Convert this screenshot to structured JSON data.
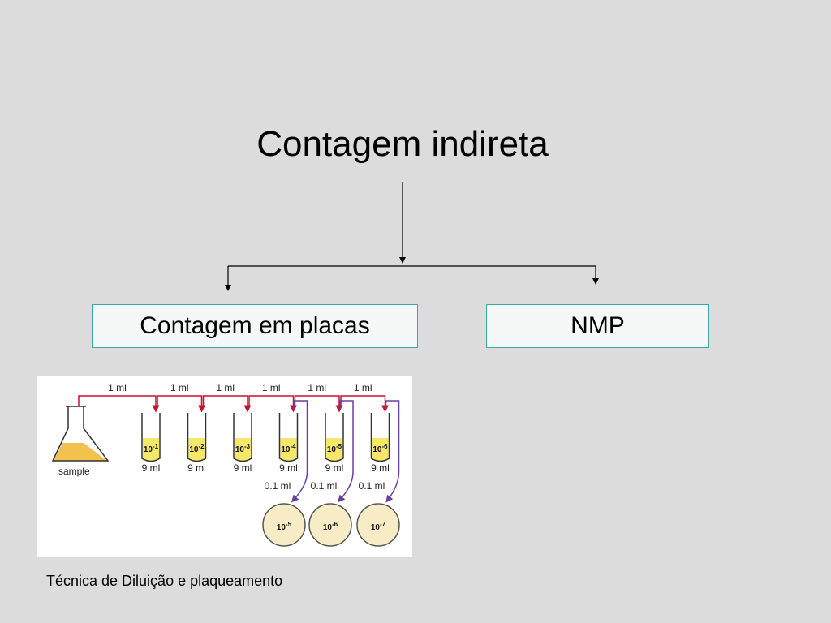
{
  "slide": {
    "title": "Contagem indireta",
    "categories": {
      "plates": "Contagem em placas",
      "nmp": "NMP"
    },
    "caption": "Técnica de Diluição e plaqueamento"
  },
  "figure": {
    "sample_label": "sample",
    "transfer_label": "1 ml",
    "diluent_label": "9 ml",
    "plating_label": "0.1 ml",
    "tubes": [
      {
        "base": "10",
        "exp": "-1"
      },
      {
        "base": "10",
        "exp": "-2"
      },
      {
        "base": "10",
        "exp": "-3"
      },
      {
        "base": "10",
        "exp": "-4"
      },
      {
        "base": "10",
        "exp": "-5"
      },
      {
        "base": "10",
        "exp": "-6"
      }
    ],
    "plates": [
      {
        "base": "10",
        "exp": "-5"
      },
      {
        "base": "10",
        "exp": "-6"
      },
      {
        "base": "10",
        "exp": "-7"
      }
    ],
    "colors": {
      "background": "#dcdcdc",
      "box_border": "#3fa6a6",
      "transfer_arrow": "#c8102e",
      "plating_arrow": "#6a3fa0",
      "liquid": "#f4e76a",
      "sample_liquid": "#f2c14e",
      "plate_fill": "#f7ecc6"
    }
  }
}
